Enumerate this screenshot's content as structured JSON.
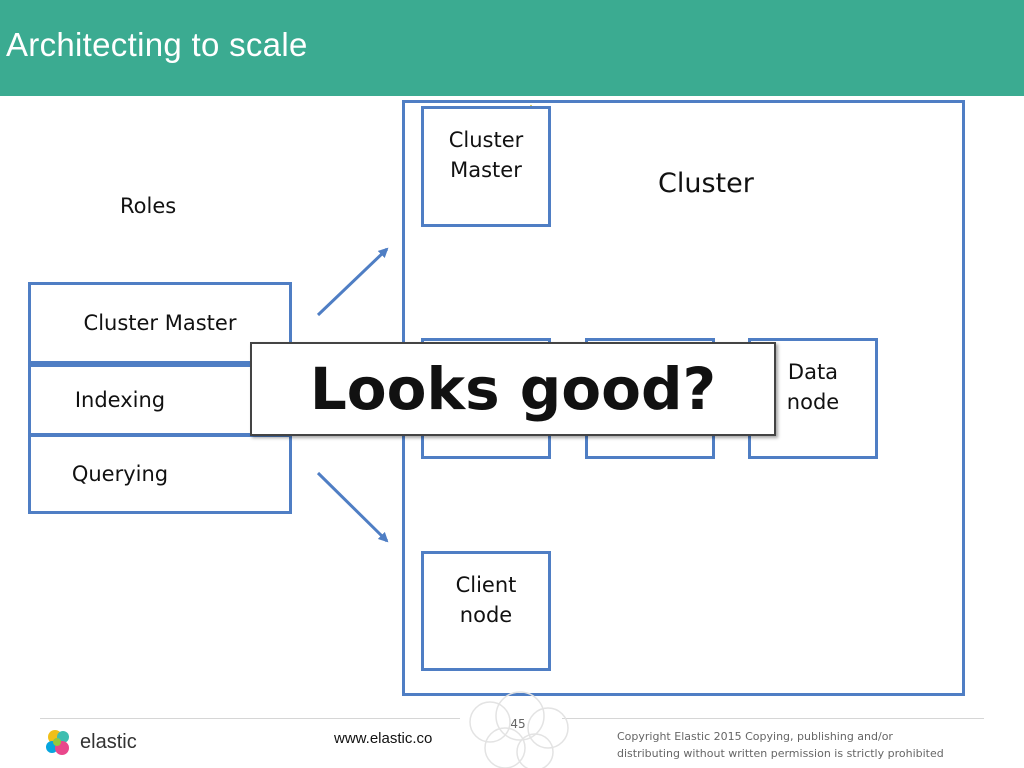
{
  "slide": {
    "title": "Architecting to scale",
    "page_number": "45"
  },
  "diagram": {
    "roles_heading": "Roles",
    "roles": [
      "Cluster Master",
      "Indexing",
      "Querying"
    ],
    "cluster_label": "Cluster",
    "nodes": {
      "cluster_master": "Cluster\nMaster",
      "data_node": "Data\nnode",
      "client_node": "Client\nnode"
    },
    "overlay_text": "Looks good?"
  },
  "footer": {
    "logo_text": "elastic",
    "url": "www.elastic.co",
    "copyright_line1": "Copyright Elastic 2015 Copying, publishing and/or",
    "copyright_line2": "distributing without written permission is strictly prohibited"
  },
  "colors": {
    "header": "#3bab91",
    "box_border": "#4f7ec4",
    "crown": "#e8d21f"
  }
}
